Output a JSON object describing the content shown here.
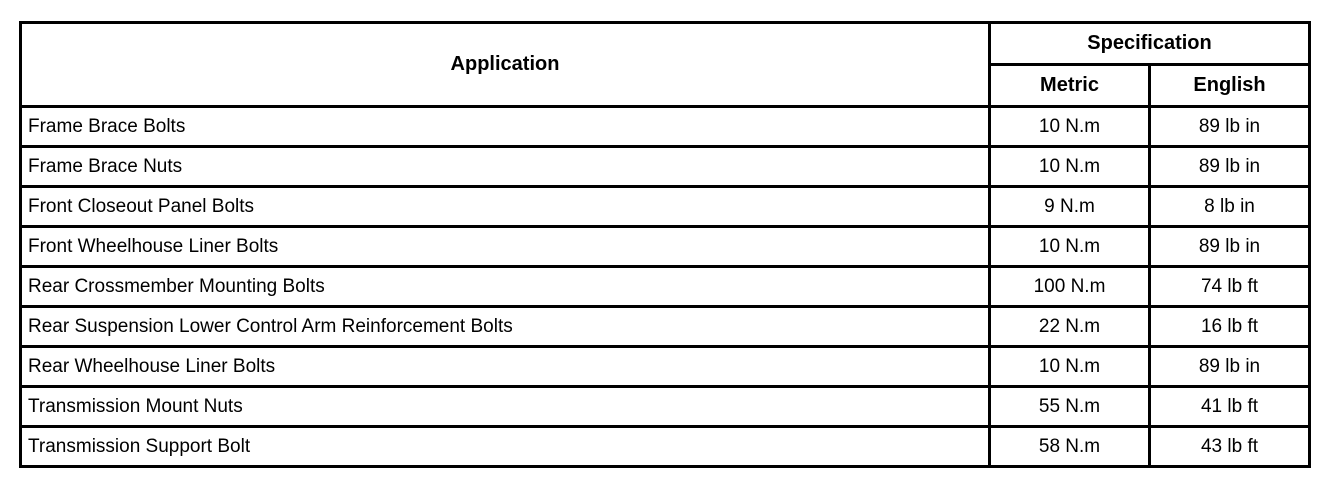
{
  "table": {
    "header": {
      "application": "Application",
      "specification": "Specification",
      "metric": "Metric",
      "english": "English"
    },
    "rows": [
      {
        "application": "Frame Brace Bolts",
        "metric": "10 N.m",
        "english": "89 lb in"
      },
      {
        "application": "Frame Brace Nuts",
        "metric": "10 N.m",
        "english": "89 lb in"
      },
      {
        "application": "Front Closeout Panel Bolts",
        "metric": "9 N.m",
        "english": "8 lb in"
      },
      {
        "application": "Front Wheelhouse Liner Bolts",
        "metric": "10 N.m",
        "english": "89 lb in"
      },
      {
        "application": "Rear Crossmember Mounting Bolts",
        "metric": "100 N.m",
        "english": "74 lb ft"
      },
      {
        "application": "Rear Suspension Lower Control Arm Reinforcement Bolts",
        "metric": "22 N.m",
        "english": "16 lb ft"
      },
      {
        "application": "Rear Wheelhouse Liner Bolts",
        "metric": "10 N.m",
        "english": "89 lb in"
      },
      {
        "application": "Transmission Mount Nuts",
        "metric": "55 N.m",
        "english": "41 lb ft"
      },
      {
        "application": "Transmission Support Bolt",
        "metric": "58 N.m",
        "english": "43 lb ft"
      }
    ],
    "colors": {
      "border": "#000000",
      "background": "#ffffff",
      "text": "#000000"
    }
  }
}
